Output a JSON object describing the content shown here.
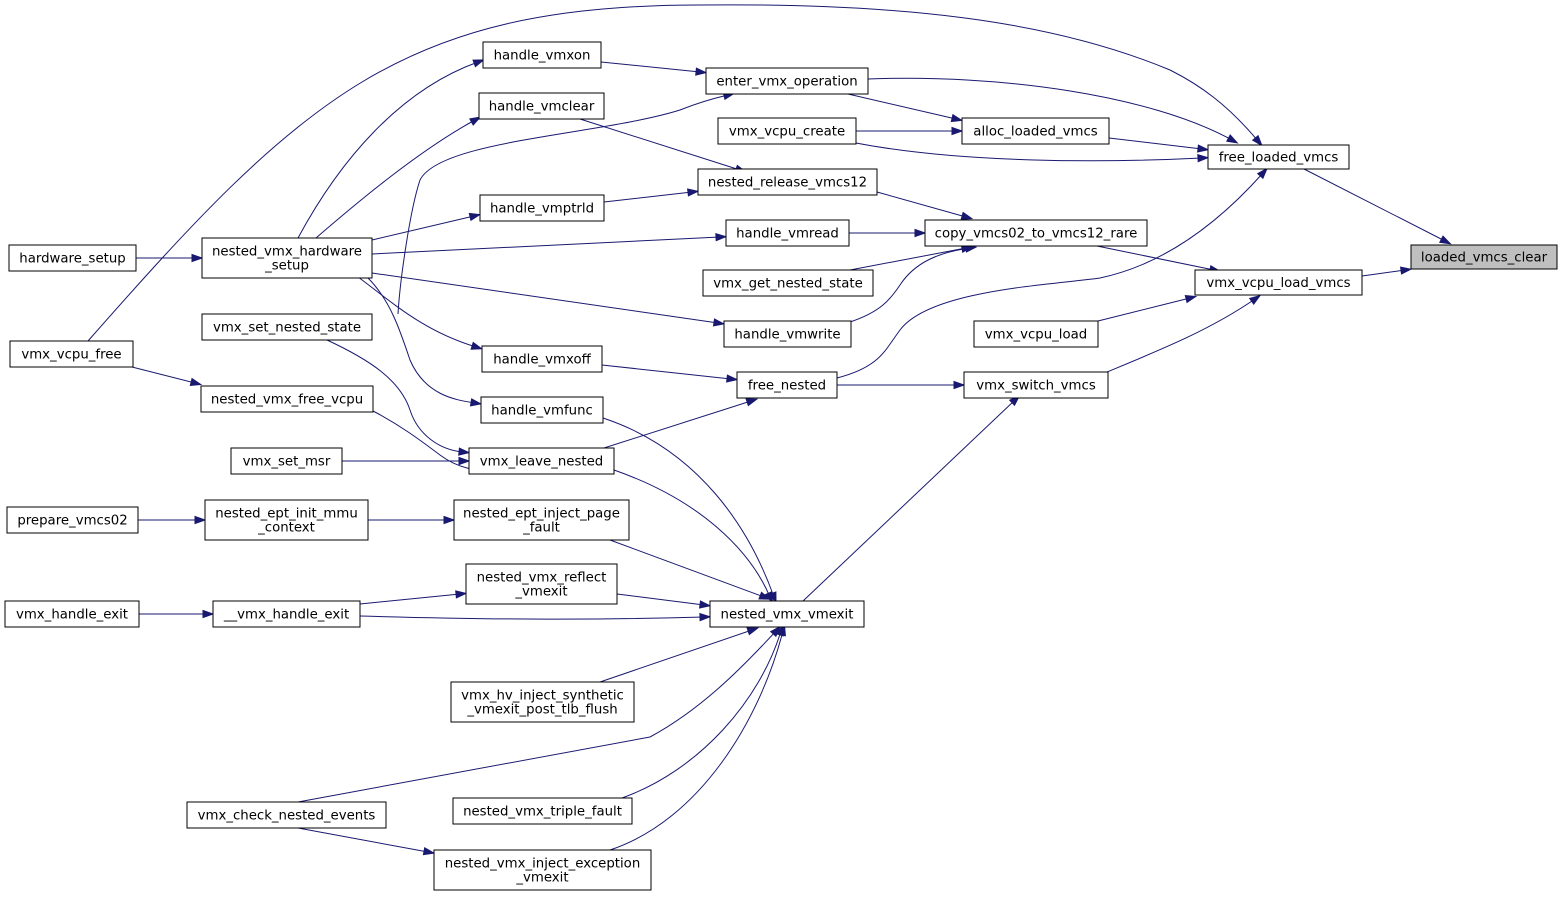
{
  "graph": {
    "edge_color": "#191970",
    "focus_fill": "#bfbfbf",
    "nodes": [
      {
        "id": "loaded_vmcs_clear",
        "lines": [
          "loaded_vmcs_clear"
        ],
        "focus": true
      },
      {
        "id": "free_loaded_vmcs",
        "lines": [
          "free_loaded_vmcs"
        ]
      },
      {
        "id": "vmx_vcpu_load_vmcs",
        "lines": [
          "vmx_vcpu_load_vmcs"
        ]
      },
      {
        "id": "alloc_loaded_vmcs",
        "lines": [
          "alloc_loaded_vmcs"
        ]
      },
      {
        "id": "enter_vmx_operation",
        "lines": [
          "enter_vmx_operation"
        ]
      },
      {
        "id": "vmx_vcpu_create",
        "lines": [
          "vmx_vcpu_create"
        ]
      },
      {
        "id": "free_nested",
        "lines": [
          "free_nested"
        ]
      },
      {
        "id": "vmx_vcpu_free",
        "lines": [
          "vmx_vcpu_free"
        ]
      },
      {
        "id": "copy_vmcs02_to_vmcs12_rare",
        "lines": [
          "copy_vmcs02_to_vmcs12_rare"
        ]
      },
      {
        "id": "vmx_vcpu_load",
        "lines": [
          "vmx_vcpu_load"
        ]
      },
      {
        "id": "vmx_switch_vmcs",
        "lines": [
          "vmx_switch_vmcs"
        ]
      },
      {
        "id": "handle_vmxon",
        "lines": [
          "handle_vmxon"
        ]
      },
      {
        "id": "vmx_set_nested_state",
        "lines": [
          "vmx_set_nested_state"
        ]
      },
      {
        "id": "nested_vmx_hardware_setup",
        "lines": [
          "nested_vmx_hardware",
          "_setup"
        ]
      },
      {
        "id": "hardware_setup",
        "lines": [
          "hardware_setup"
        ]
      },
      {
        "id": "handle_vmxoff",
        "lines": [
          "handle_vmxoff"
        ]
      },
      {
        "id": "nested_vmx_free_vcpu",
        "lines": [
          "nested_vmx_free_vcpu"
        ]
      },
      {
        "id": "vmx_leave_nested",
        "lines": [
          "vmx_leave_nested"
        ]
      },
      {
        "id": "handle_vmread",
        "lines": [
          "handle_vmread"
        ]
      },
      {
        "id": "handle_vmwrite",
        "lines": [
          "handle_vmwrite"
        ]
      },
      {
        "id": "nested_release_vmcs12",
        "lines": [
          "nested_release_vmcs12"
        ]
      },
      {
        "id": "vmx_get_nested_state",
        "lines": [
          "vmx_get_nested_state"
        ]
      },
      {
        "id": "nested_vmx_vmexit",
        "lines": [
          "nested_vmx_vmexit"
        ]
      },
      {
        "id": "handle_vmclear",
        "lines": [
          "handle_vmclear"
        ]
      },
      {
        "id": "handle_vmptrld",
        "lines": [
          "handle_vmptrld"
        ]
      },
      {
        "id": "vmx_set_msr",
        "lines": [
          "vmx_set_msr"
        ]
      },
      {
        "id": "handle_vmfunc",
        "lines": [
          "handle_vmfunc"
        ]
      },
      {
        "id": "nested_ept_inject_page_fault",
        "lines": [
          "nested_ept_inject_page",
          "_fault"
        ]
      },
      {
        "id": "nested_ept_init_mmu_context",
        "lines": [
          "nested_ept_init_mmu",
          "_context"
        ]
      },
      {
        "id": "prepare_vmcs02",
        "lines": [
          "prepare_vmcs02"
        ]
      },
      {
        "id": "nested_vmx_reflect_vmexit",
        "lines": [
          "nested_vmx_reflect",
          "_vmexit"
        ]
      },
      {
        "id": "__vmx_handle_exit",
        "lines": [
          "__vmx_handle_exit"
        ]
      },
      {
        "id": "vmx_handle_exit",
        "lines": [
          "vmx_handle_exit"
        ]
      },
      {
        "id": "vmx_hv_inject_synthetic_vmexit_post_tlb_flush",
        "lines": [
          "vmx_hv_inject_synthetic",
          "_vmexit_post_tlb_flush"
        ]
      },
      {
        "id": "vmx_check_nested_events",
        "lines": [
          "vmx_check_nested_events"
        ]
      },
      {
        "id": "nested_vmx_triple_fault",
        "lines": [
          "nested_vmx_triple_fault"
        ]
      },
      {
        "id": "nested_vmx_inject_exception_vmexit",
        "lines": [
          "nested_vmx_inject_exception",
          "_vmexit"
        ]
      }
    ],
    "edges": [
      {
        "from": "free_loaded_vmcs",
        "to": "loaded_vmcs_clear"
      },
      {
        "from": "vmx_vcpu_load_vmcs",
        "to": "loaded_vmcs_clear"
      },
      {
        "from": "alloc_loaded_vmcs",
        "to": "free_loaded_vmcs"
      },
      {
        "from": "enter_vmx_operation",
        "to": "free_loaded_vmcs"
      },
      {
        "from": "vmx_vcpu_create",
        "to": "free_loaded_vmcs"
      },
      {
        "from": "free_nested",
        "to": "free_loaded_vmcs"
      },
      {
        "from": "vmx_vcpu_free",
        "to": "free_loaded_vmcs"
      },
      {
        "from": "enter_vmx_operation",
        "to": "alloc_loaded_vmcs"
      },
      {
        "from": "vmx_vcpu_create",
        "to": "alloc_loaded_vmcs"
      },
      {
        "from": "handle_vmxon",
        "to": "enter_vmx_operation"
      },
      {
        "from": "vmx_set_nested_state",
        "to": "enter_vmx_operation"
      },
      {
        "from": "nested_vmx_hardware_setup",
        "to": "handle_vmxon"
      },
      {
        "from": "hardware_setup",
        "to": "nested_vmx_hardware_setup"
      },
      {
        "from": "handle_vmxoff",
        "to": "free_nested"
      },
      {
        "from": "nested_vmx_free_vcpu",
        "to": "free_nested"
      },
      {
        "from": "vmx_leave_nested",
        "to": "free_nested"
      },
      {
        "from": "vmx_vcpu_free",
        "to": "nested_vmx_free_vcpu"
      },
      {
        "from": "nested_vmx_hardware_setup",
        "to": "handle_vmxoff"
      },
      {
        "from": "vmx_set_nested_state",
        "to": "vmx_leave_nested"
      },
      {
        "from": "vmx_set_msr",
        "to": "vmx_leave_nested"
      },
      {
        "from": "copy_vmcs02_to_vmcs12_rare",
        "to": "vmx_vcpu_load_vmcs"
      },
      {
        "from": "vmx_vcpu_load",
        "to": "vmx_vcpu_load_vmcs"
      },
      {
        "from": "vmx_switch_vmcs",
        "to": "vmx_vcpu_load_vmcs"
      },
      {
        "from": "handle_vmread",
        "to": "copy_vmcs02_to_vmcs12_rare"
      },
      {
        "from": "handle_vmwrite",
        "to": "copy_vmcs02_to_vmcs12_rare"
      },
      {
        "from": "nested_release_vmcs12",
        "to": "copy_vmcs02_to_vmcs12_rare"
      },
      {
        "from": "vmx_get_nested_state",
        "to": "copy_vmcs02_to_vmcs12_rare"
      },
      {
        "from": "nested_vmx_hardware_setup",
        "to": "handle_vmread"
      },
      {
        "from": "nested_vmx_hardware_setup",
        "to": "handle_vmwrite"
      },
      {
        "from": "handle_vmclear",
        "to": "nested_release_vmcs12"
      },
      {
        "from": "handle_vmptrld",
        "to": "nested_release_vmcs12"
      },
      {
        "from": "nested_vmx_hardware_setup",
        "to": "handle_vmclear"
      },
      {
        "from": "nested_vmx_hardware_setup",
        "to": "handle_vmptrld"
      },
      {
        "from": "free_nested",
        "to": "vmx_switch_vmcs"
      },
      {
        "from": "nested_vmx_vmexit",
        "to": "vmx_switch_vmcs"
      },
      {
        "from": "handle_vmfunc",
        "to": "nested_vmx_vmexit"
      },
      {
        "from": "vmx_leave_nested",
        "to": "nested_vmx_vmexit"
      },
      {
        "from": "nested_ept_inject_page_fault",
        "to": "nested_vmx_vmexit"
      },
      {
        "from": "nested_vmx_reflect_vmexit",
        "to": "nested_vmx_vmexit"
      },
      {
        "from": "__vmx_handle_exit",
        "to": "nested_vmx_vmexit"
      },
      {
        "from": "vmx_hv_inject_synthetic_vmexit_post_tlb_flush",
        "to": "nested_vmx_vmexit"
      },
      {
        "from": "vmx_check_nested_events",
        "to": "nested_vmx_vmexit"
      },
      {
        "from": "nested_vmx_triple_fault",
        "to": "nested_vmx_vmexit"
      },
      {
        "from": "nested_vmx_inject_exception_vmexit",
        "to": "nested_vmx_vmexit"
      },
      {
        "from": "nested_vmx_hardware_setup",
        "to": "handle_vmfunc"
      },
      {
        "from": "nested_ept_init_mmu_context",
        "to": "nested_ept_inject_page_fault"
      },
      {
        "from": "prepare_vmcs02",
        "to": "nested_ept_init_mmu_context"
      },
      {
        "from": "__vmx_handle_exit",
        "to": "nested_vmx_reflect_vmexit"
      },
      {
        "from": "vmx_handle_exit",
        "to": "__vmx_handle_exit"
      },
      {
        "from": "vmx_check_nested_events",
        "to": "nested_vmx_inject_exception_vmexit"
      }
    ]
  }
}
